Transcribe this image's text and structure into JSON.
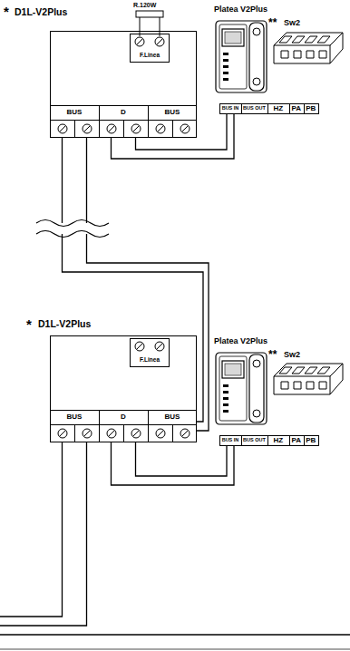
{
  "diagram": {
    "nodes": [
      {
        "text": [
          "D1L-V2Plus",
          "F.Linea",
          "BUS",
          "D",
          "BUS"
        ]
      },
      {
        "text": [
          "Platea V2Plus",
          "BUS IN",
          "BUS OUT",
          "HZ",
          "PA",
          "PB"
        ]
      },
      {
        "text": [
          "D1L-V2Plus",
          "F.Linea",
          "BUS",
          "D",
          "BUS"
        ]
      },
      {
        "text": [
          "Platea V2Plus",
          "BUS IN",
          "BUS OUT",
          "HZ",
          "PA",
          "PB"
        ]
      }
    ],
    "edges": [
      {
        "from": 0,
        "to": 1,
        "arrow": "none"
      },
      {
        "from": 0,
        "to": 2,
        "arrow": "none"
      },
      {
        "from": 2,
        "to": 3,
        "arrow": "none"
      }
    ],
    "labels": [
      "*",
      "R.120W",
      "**",
      "Sw2",
      "*",
      "**",
      "Sw2"
    ]
  }
}
